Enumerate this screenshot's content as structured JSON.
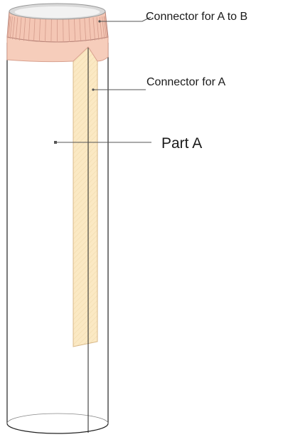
{
  "labels": {
    "connector_a_to_b": "Connector for A to B",
    "connector_a": "Connector for A",
    "part_a": "Part A"
  },
  "colors": {
    "connector_ring_fill": "#f4c6b4",
    "connector_ring_stroke": "#b8857a",
    "collar_fill": "#f6cdbb",
    "strip_fill": "#fbe9c4",
    "strip_hatch": "#f0d9a6",
    "body_outline": "#222222",
    "leader_line": "#555555"
  }
}
